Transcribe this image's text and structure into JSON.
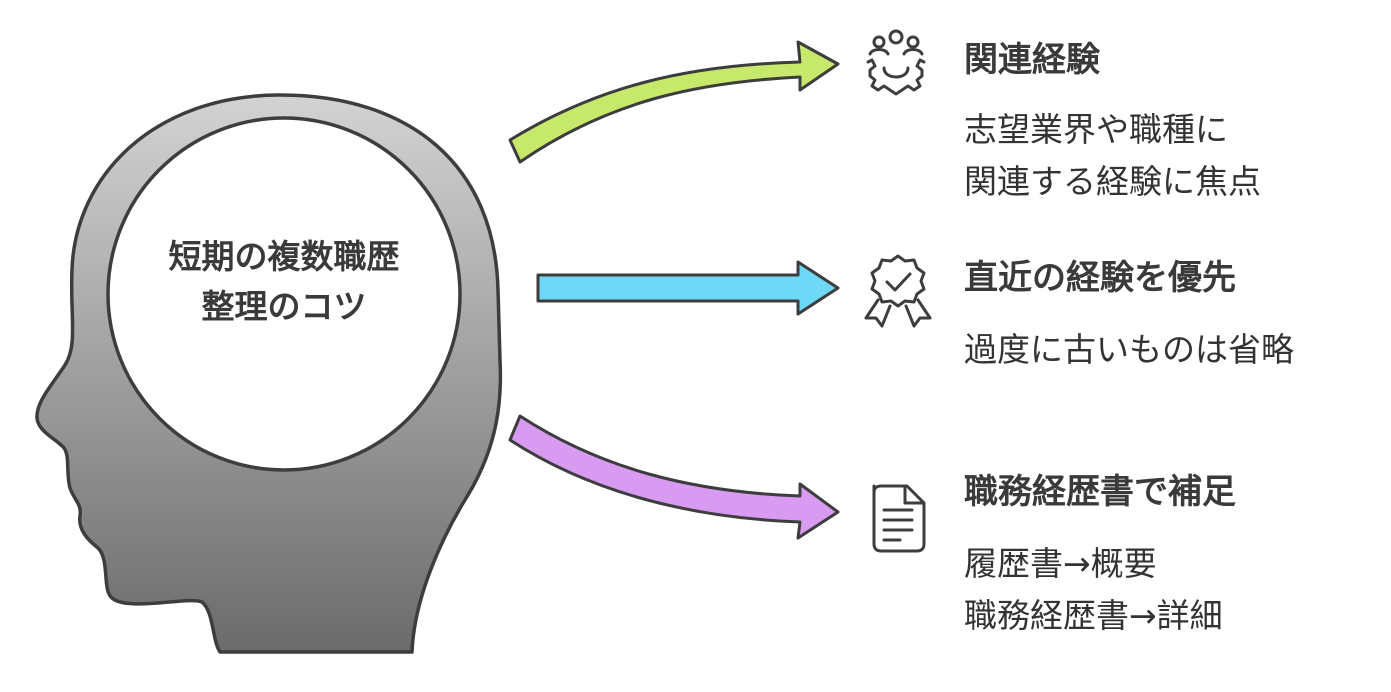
{
  "center": {
    "line1": "短期の複数職歴",
    "line2": "整理のコツ"
  },
  "items": [
    {
      "title": "関連経験",
      "desc_lines": [
        "志望業界や職種に",
        "関連する経験に焦点"
      ],
      "icon": "gear-people-icon",
      "arrow_color": "#c6e86b"
    },
    {
      "title": "直近の経験を優先",
      "desc_lines": [
        "過度に古いものは省略"
      ],
      "icon": "award-badge-icon",
      "arrow_color": "#6fd8f7"
    },
    {
      "title": "職務経歴書で補足",
      "desc_lines": [
        "履歴書→概要",
        "職務経歴書→詳細"
      ],
      "icon": "document-icon",
      "arrow_color": "#d99af2"
    }
  ],
  "colors": {
    "head_top": "#d2d2d2",
    "head_bottom": "#6c6c6c",
    "outline": "#3d3d3d",
    "text_dark": "#3a3a3a"
  }
}
